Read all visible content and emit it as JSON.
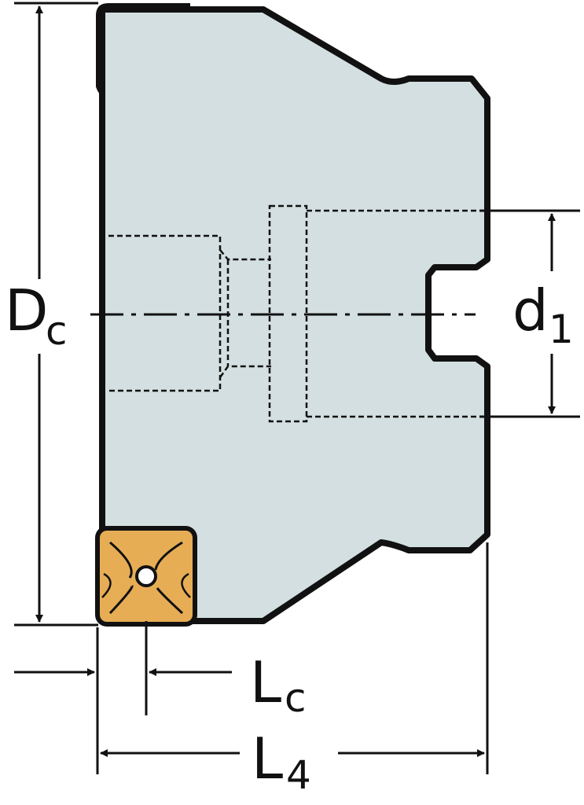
{
  "labels": {
    "dc": {
      "main": "D",
      "sub": "c"
    },
    "d1": {
      "main": "d",
      "sub": "1"
    },
    "lc": {
      "main": "L",
      "sub": "c"
    },
    "l4": {
      "main": "L",
      "sub": "4"
    }
  },
  "colors": {
    "body_fill": "#d3dfe0",
    "insert_fill": "#e7ad55",
    "outline": "#111111",
    "background": "#ffffff"
  }
}
